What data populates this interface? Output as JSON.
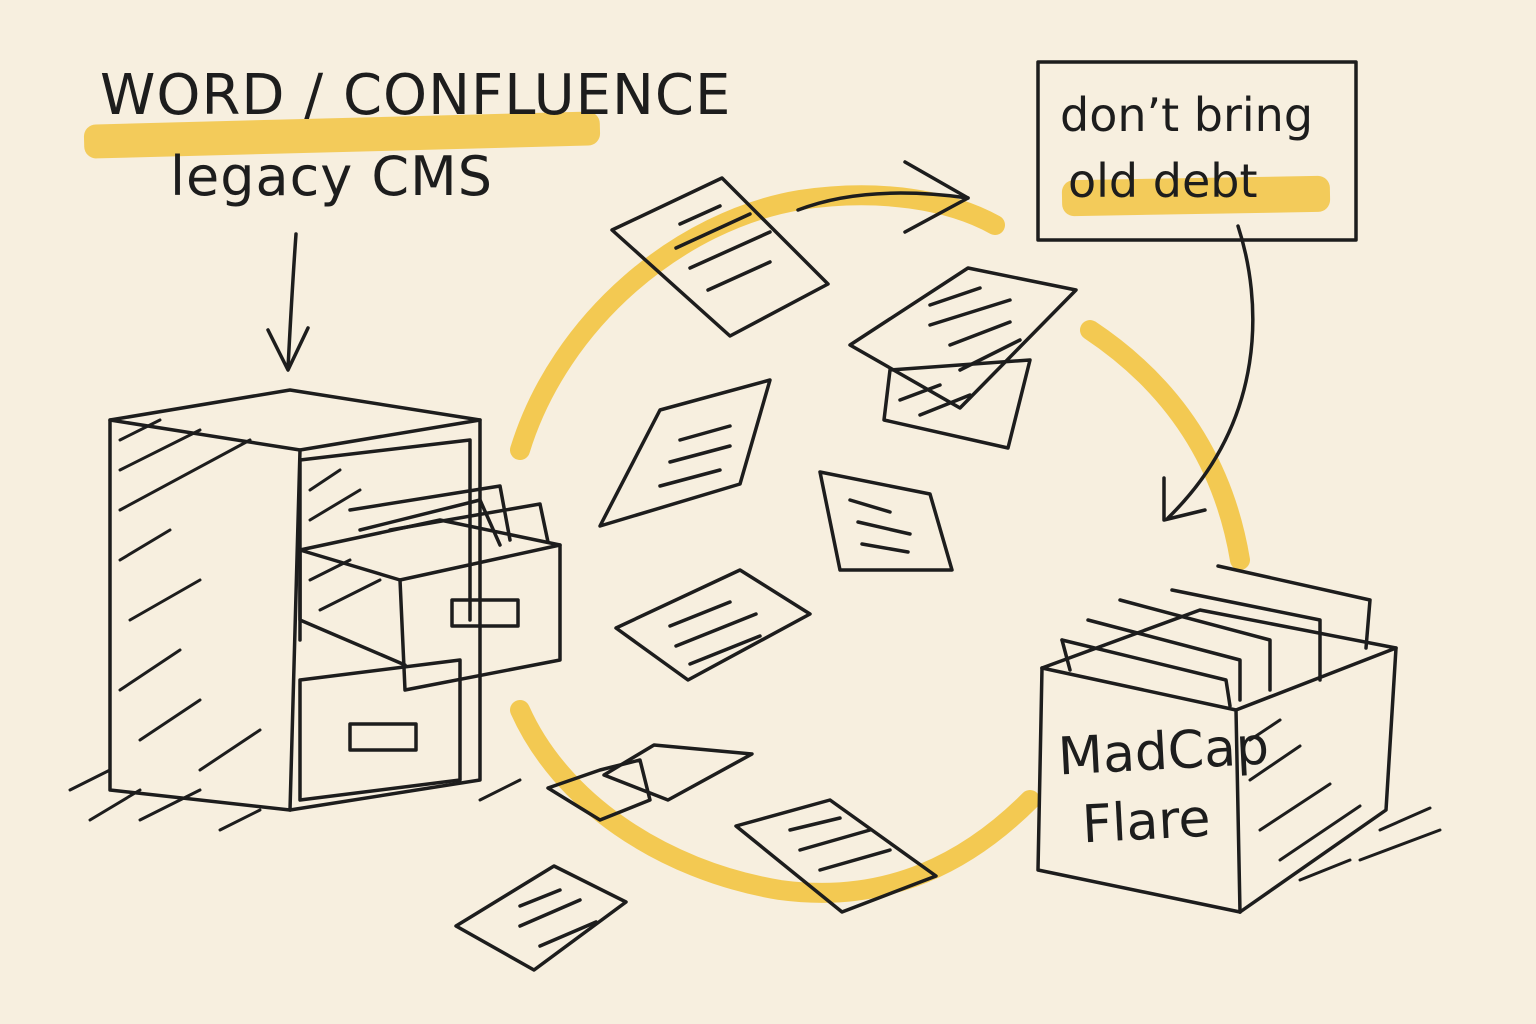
{
  "source": {
    "line1": "WORD / CONFLUENCE",
    "line2": "legacy CMS"
  },
  "note": {
    "line1": "don’t bring",
    "line2": "old debt"
  },
  "destination": {
    "line1": "MadCap",
    "line2": "Flare"
  },
  "colors": {
    "background": "#f7efdf",
    "highlight": "#f2c443",
    "ink": "#1d1d1d"
  }
}
